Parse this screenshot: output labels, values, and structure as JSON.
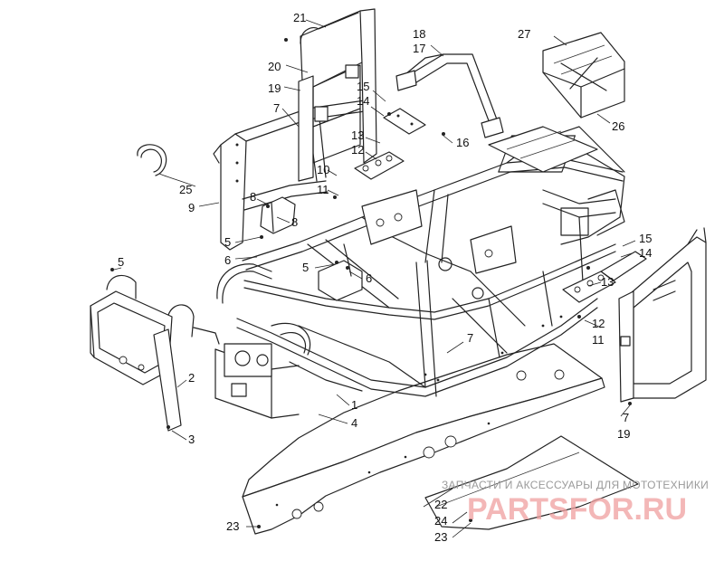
{
  "callouts": [
    {
      "id": "c21",
      "text": "21"
    },
    {
      "id": "c20",
      "text": "20"
    },
    {
      "id": "c19a",
      "text": "19"
    },
    {
      "id": "c7a",
      "text": "7"
    },
    {
      "id": "c18",
      "text": "18"
    },
    {
      "id": "c17",
      "text": "17"
    },
    {
      "id": "c15a",
      "text": "15"
    },
    {
      "id": "c14a",
      "text": "14"
    },
    {
      "id": "c13a",
      "text": "13"
    },
    {
      "id": "c12a",
      "text": "12"
    },
    {
      "id": "c16",
      "text": "16"
    },
    {
      "id": "c10",
      "text": "10"
    },
    {
      "id": "c11a",
      "text": "11"
    },
    {
      "id": "c27",
      "text": "27"
    },
    {
      "id": "c26",
      "text": "26"
    },
    {
      "id": "c25",
      "text": "25"
    },
    {
      "id": "c9",
      "text": "9"
    },
    {
      "id": "c8a",
      "text": "8"
    },
    {
      "id": "c8b",
      "text": "8"
    },
    {
      "id": "c5a",
      "text": "5"
    },
    {
      "id": "c6a",
      "text": "6"
    },
    {
      "id": "c5b",
      "text": "5"
    },
    {
      "id": "c6b",
      "text": "6"
    },
    {
      "id": "c5c",
      "text": "5"
    },
    {
      "id": "c15b",
      "text": "15"
    },
    {
      "id": "c14b",
      "text": "14"
    },
    {
      "id": "c13b",
      "text": "13"
    },
    {
      "id": "c12b",
      "text": "12"
    },
    {
      "id": "c11b",
      "text": "11"
    },
    {
      "id": "c7b",
      "text": "7"
    },
    {
      "id": "c2",
      "text": "2"
    },
    {
      "id": "c3",
      "text": "3"
    },
    {
      "id": "c1",
      "text": "1"
    },
    {
      "id": "c4",
      "text": "4"
    },
    {
      "id": "c7c",
      "text": "7"
    },
    {
      "id": "c19b",
      "text": "19"
    },
    {
      "id": "c22",
      "text": "22"
    },
    {
      "id": "c24",
      "text": "24"
    },
    {
      "id": "c23a",
      "text": "23"
    },
    {
      "id": "c23b",
      "text": "23"
    }
  ],
  "watermark": {
    "caption": "ЗАПЧАСТИ И АКСЕССУАРЫ ДЛЯ МОТОТЕХНИКИ",
    "logo": "PARTSFOR.RU"
  }
}
